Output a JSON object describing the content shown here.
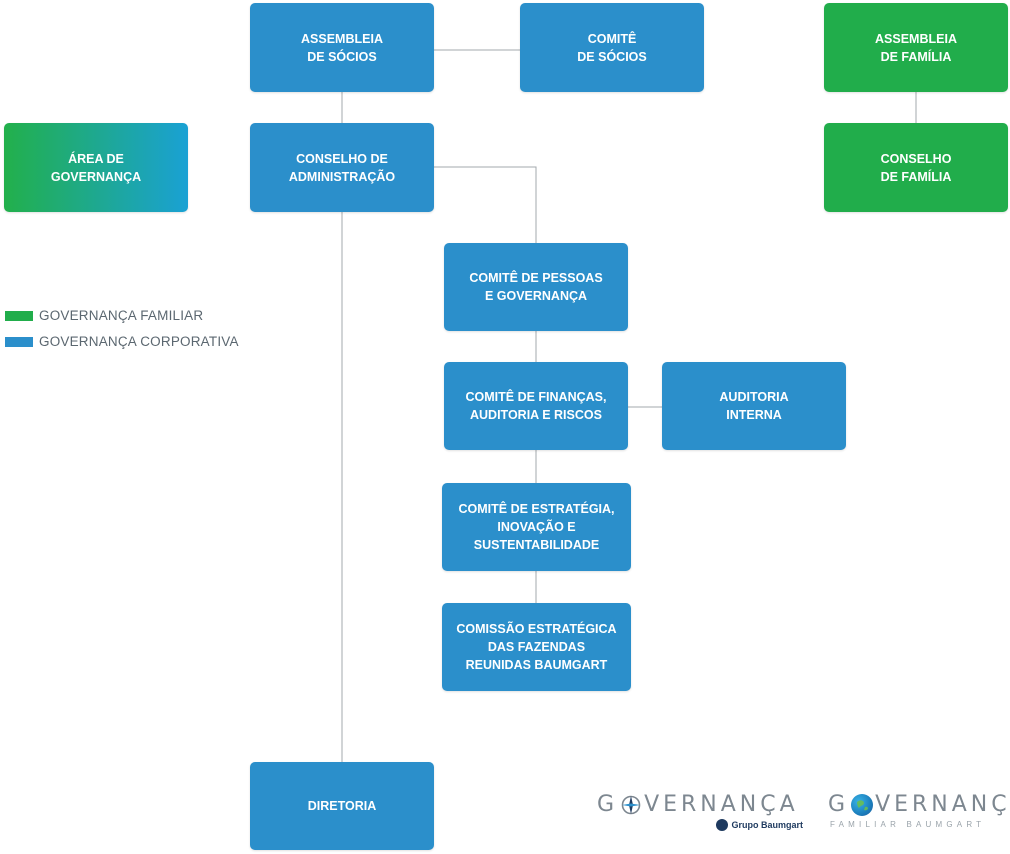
{
  "boxes": {
    "assembleia_socios": "ASSEMBLEIA\nDE SÓCIOS",
    "comite_socios": "COMITÊ\nDE SÓCIOS",
    "assembleia_familia": "ASSEMBLEIA\nDE FAMÍLIA",
    "area_governanca": "ÁREA DE\nGOVERNANÇA",
    "conselho_administracao": "CONSELHO DE\nADMINISTRAÇÃO",
    "conselho_familia": "CONSELHO\nDE FAMÍLIA",
    "comite_pessoas": "COMITÊ DE PESSOAS\nE GOVERNANÇA",
    "comite_financas": "COMITÊ DE FINANÇAS,\nAUDITORIA E RISCOS",
    "auditoria_interna": "AUDITORIA\nINTERNA",
    "comite_estrategia": "COMITÊ DE ESTRATÉGIA,\nINOVAÇÃO E\nSUSTENTABILIDADE",
    "comissao_fazendas": "COMISSÃO ESTRATÉGICA\nDAS FAZENDAS\nREUNIDAS BAUMGART",
    "diretoria": "DIRETORIA"
  },
  "legend": [
    {
      "label": "GOVERNANÇA FAMILIAR",
      "color": "#21ad4b"
    },
    {
      "label": "GOVERNANÇA CORPORATIVA",
      "color": "#2b8fcb"
    }
  ],
  "logos": {
    "corporate": {
      "word_start": "G",
      "word_end": "VERNANÇA",
      "sub": "Grupo Baumgart"
    },
    "family": {
      "word_start": "G",
      "word_end": "VERNANÇA",
      "sub": "FAMILIAR BAUMGART"
    }
  },
  "colors": {
    "corporate_blue": "#2b8fcb",
    "family_green": "#21ad4b",
    "connector": "#9aa0a6"
  }
}
